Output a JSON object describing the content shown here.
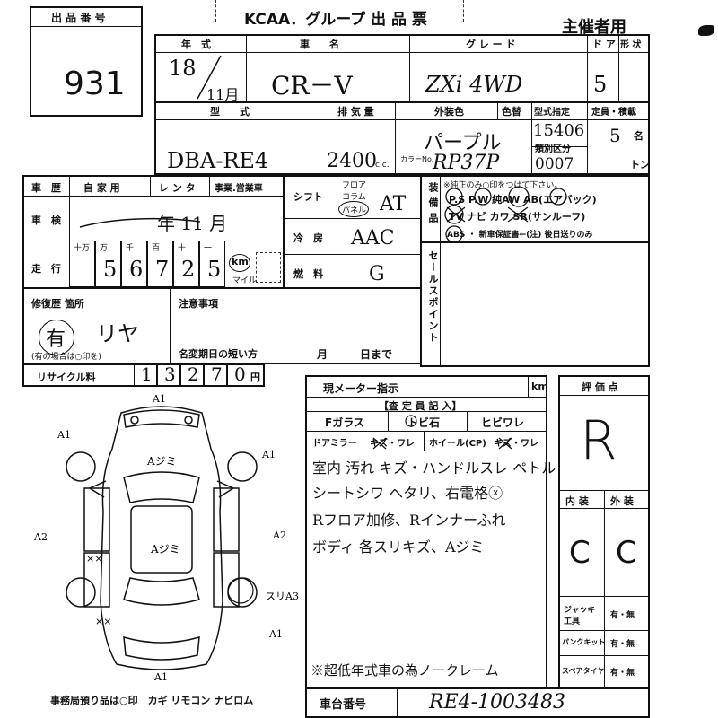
{
  "header": {
    "lot_label": "出 品 番 号",
    "lot_number": "931",
    "title": "KCAA．グループ 出 品 票",
    "organizer": "主催者用"
  },
  "row1": {
    "year_label": "年　式",
    "car_name_label": "車　　名",
    "grade_label": "グ レ ー ド",
    "doors_label": "ド ア",
    "shape_label": "形 状",
    "year": "18",
    "month": "11月",
    "car_name": "CR－V",
    "grade": "ZXi 4WD",
    "doors": "5"
  },
  "row2": {
    "model_label": "型　　式",
    "displacement_label": "排 気 量",
    "exterior_color_label": "外装色",
    "color_change_label": "色替",
    "type_designation_label": "型式指定",
    "class_label": "類別区分",
    "capacity_label": "定員・積載",
    "color_no_label": "カラーNo.",
    "model": "DBA-RE4",
    "displacement": "2400",
    "cc_unit": "c.c.",
    "exterior_color": "パープル",
    "color_code": "RP37P",
    "type_designation": "15406",
    "class_code": "0007",
    "capacity": "5",
    "capacity_unit": "名",
    "ton_unit": "トン"
  },
  "history": {
    "history_label": "車　歴",
    "private": "自 家 用",
    "rental": "レ ン タ",
    "commercial": "事業.営業車",
    "inspection_label": "車　検",
    "inspection_value": "年 11 月",
    "mileage_label": "走　行",
    "digit_labels": [
      "十万",
      "万",
      "千",
      "百",
      "十",
      "一"
    ],
    "mileage_digits": [
      "",
      "5",
      "6",
      "7",
      "2",
      "5"
    ],
    "km_unit": "km",
    "mile_unit": "マイル"
  },
  "mechanics": {
    "shift_label": "シフト",
    "shift_options": [
      "フロア",
      "コラム",
      "パネル"
    ],
    "shift_value": "AT",
    "ac_label": "冷　房",
    "ac_value": "AAC",
    "fuel_label": "燃　料",
    "fuel_value": "G"
  },
  "equipment": {
    "label": "装備品",
    "note": "※純正のみ○印をつけて下さい。",
    "line1": "P.S  P.W  純AW  AB(エアバック)",
    "line2": "TV  ナビ  カワ  SR(サンルーフ)",
    "line3": "ABS ・ 新車保証書←(注) 後日送りのみ"
  },
  "sales_point_label": "セールスポイント",
  "repair": {
    "label": "修復歴 箇所",
    "value": "有",
    "location": "リヤ",
    "note": "(有の場合は○印を)"
  },
  "notes": {
    "label": "注意事項",
    "short_term_label": "名変期日の短い方",
    "month_label": "月",
    "day_label": "日まで"
  },
  "recycle": {
    "label": "リサイクル料",
    "digits": [
      "1",
      "3",
      "2",
      "7",
      "0"
    ],
    "unit": "円"
  },
  "inspector": {
    "meter_label": "現メーター指示",
    "meter_unit": "km",
    "inspector_entry_label": "【査 定 員 記 入】",
    "f_glass_label": "Fガラス",
    "chip_label": "トビ石",
    "crack_label": "ヒビワレ",
    "door_mirror_label": "ドアミラー",
    "mirror_options": "キズ・ワレ",
    "wheel_label": "ホイール(CP)",
    "wheel_options": "キズ・ワレ",
    "comment_lines": [
      "室内 汚れ キズ・ハンドルスレ ペトル",
      "シートシワ ヘタリ、右電格ⓧ",
      "Rフロア加修、Rインナーふれ",
      "ボディ 各スリキズ、Aジミ"
    ],
    "bottom_comment": "※超低年式車の為ノークレーム"
  },
  "evaluation": {
    "score_label": "評 価 点",
    "score": "R",
    "interior_label": "内 装",
    "exterior_label": "外 装",
    "interior": "C",
    "exterior": "C",
    "jack_label": "ジャッキ工具",
    "puncture_label": "パンクキット",
    "spare_label": "スペアタイヤ",
    "yes_no": "有・無"
  },
  "diagram": {
    "front_hood": "Aジミ",
    "roof": "Aジミ",
    "marks": [
      "A1",
      "A1",
      "A1",
      "A2",
      "A2",
      "XX",
      "XX",
      "スリA3",
      "A1",
      "A1"
    ]
  },
  "footer": {
    "office_note": "事務局預り品は○印　カギ  リモコン  ナビロム",
    "chassis_label": "車台番号",
    "chassis_number": "RE4-1003483"
  }
}
